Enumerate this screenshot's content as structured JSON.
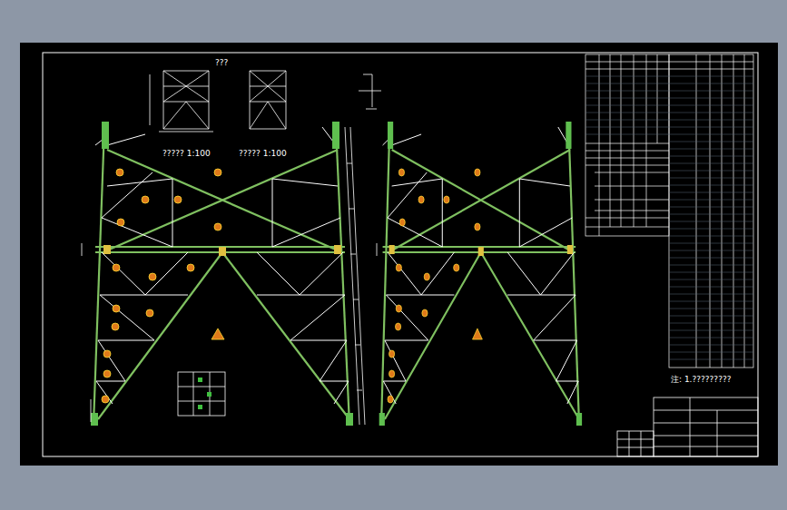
{
  "diagram": {
    "labels": [
      "???",
      "????? 1:100",
      "????? 1:100",
      "注: 1.?????????"
    ]
  }
}
